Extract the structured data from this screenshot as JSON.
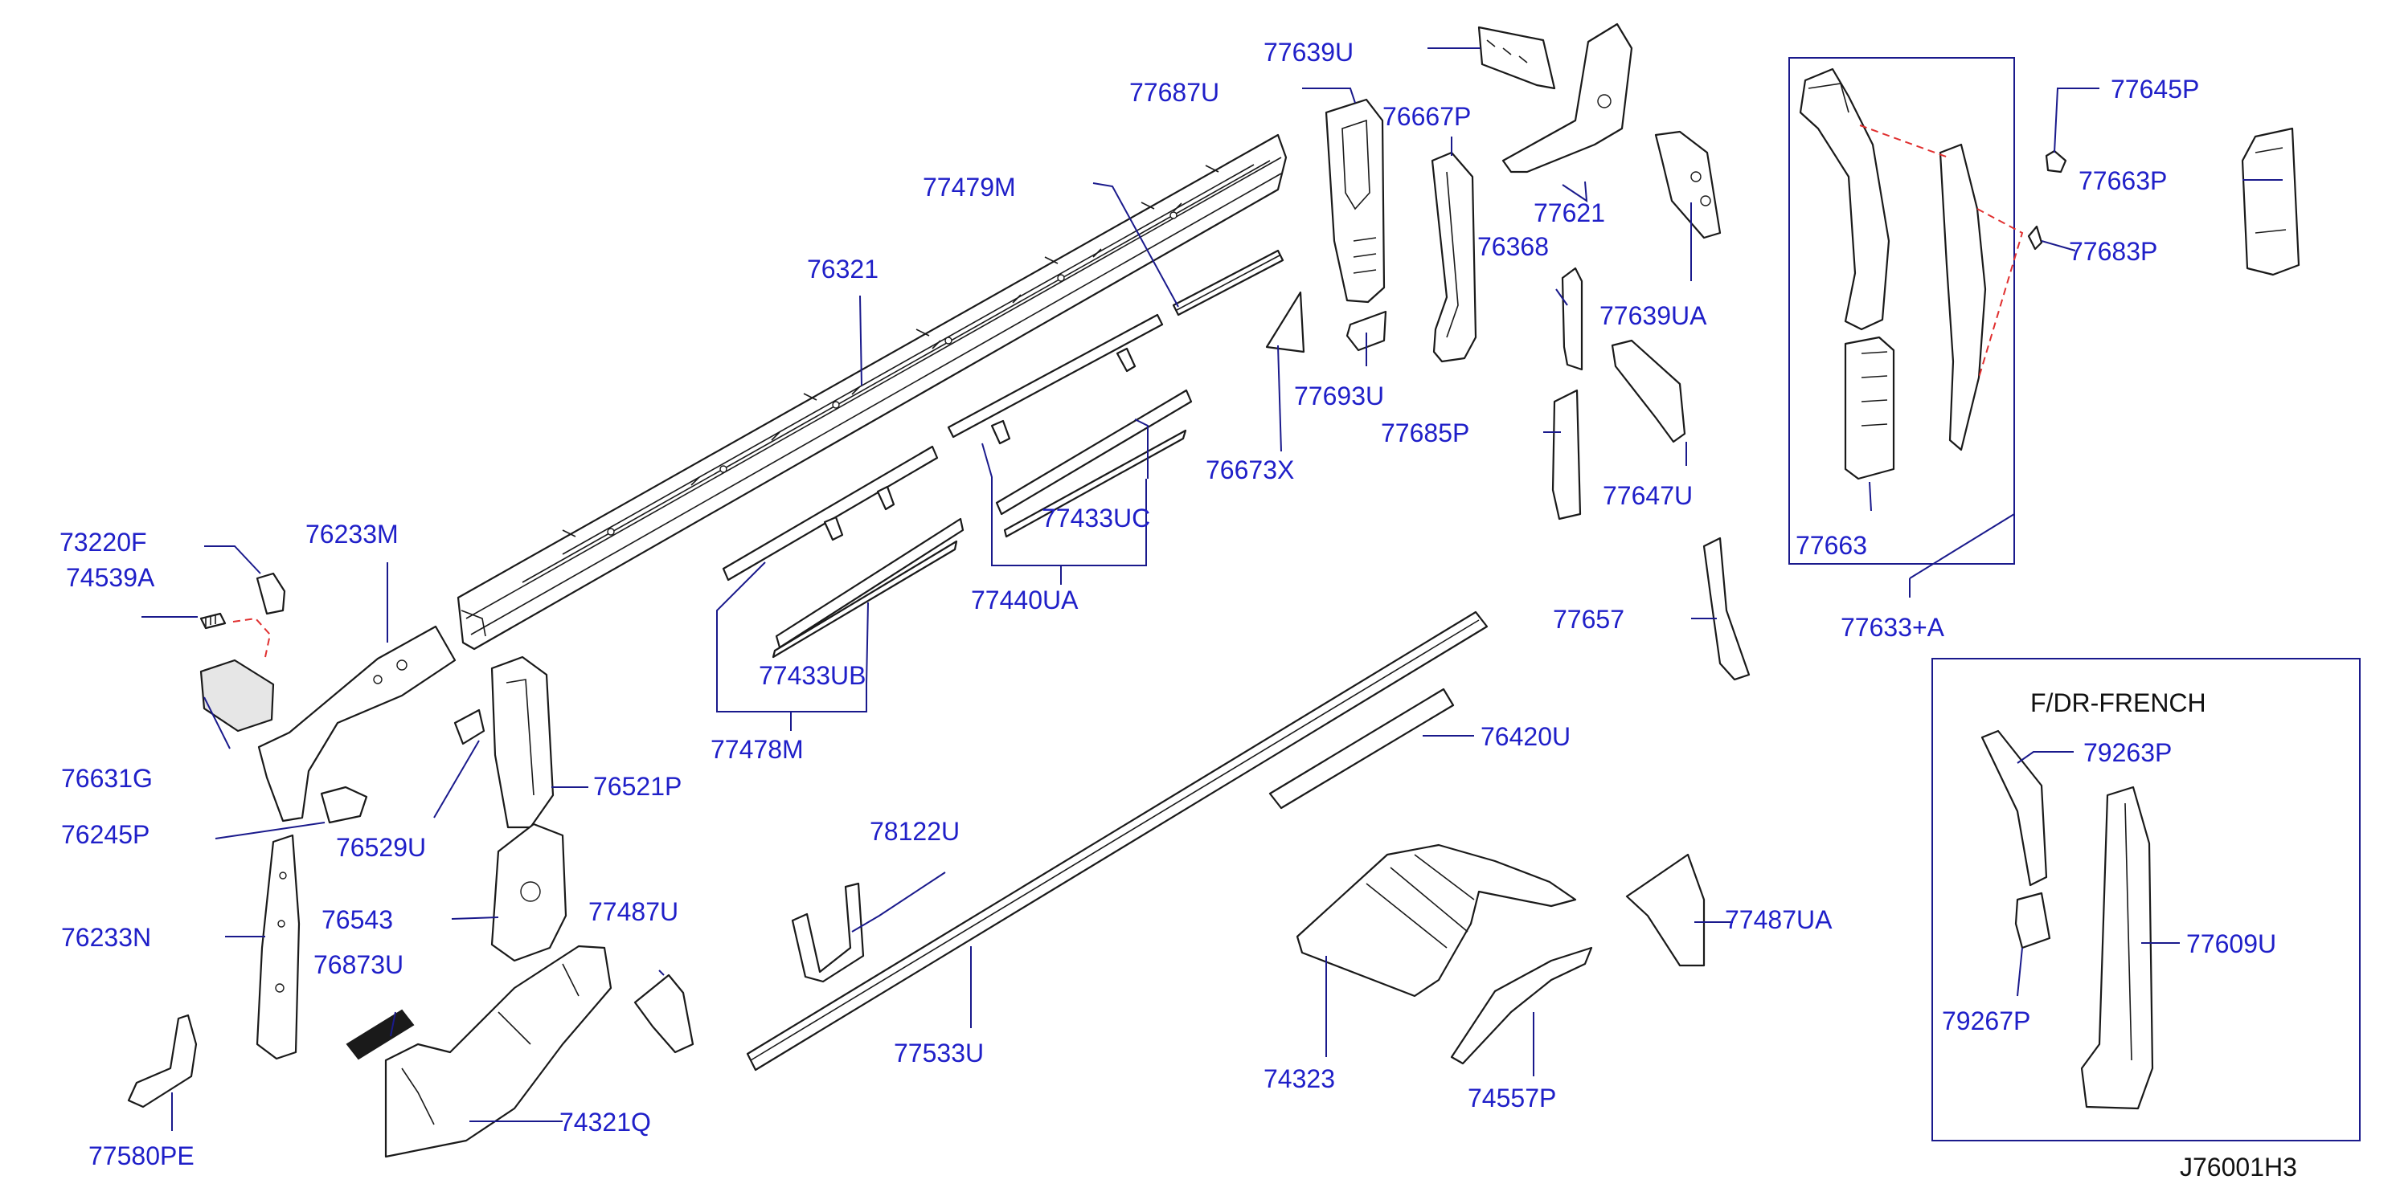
{
  "diagram": {
    "code": "J76001H3",
    "variant_title": "F/DR-FRENCH"
  },
  "labels": {
    "p77639U": "77639U",
    "p77687U": "77687U",
    "p76667P": "76667P",
    "p77479M": "77479M",
    "p77621": "77621",
    "p76321": "76321",
    "p76368": "76368",
    "p77639UA": "77639UA",
    "p77693U": "77693U",
    "p76673X": "76673X",
    "p77685P": "77685P",
    "p77433UC": "77433UC",
    "p77647U": "77647U",
    "p73220F": "73220F",
    "p74539A": "74539A",
    "p76233M": "76233M",
    "p77440UA": "77440UA",
    "p77657": "77657",
    "p77433UB": "77433UB",
    "p76631G": "76631G",
    "p77478M": "77478M",
    "p76420U": "76420U",
    "p76521P": "76521P",
    "p76245P": "76245P",
    "p76529U": "76529U",
    "p78122U": "78122U",
    "p76543": "76543",
    "p76233N": "76233N",
    "p77487U": "77487U",
    "p77487UA": "77487UA",
    "p76873U": "76873U",
    "p77533U": "77533U",
    "p74323": "74323",
    "p74321Q": "74321Q",
    "p74557P": "74557P",
    "p77580PE": "77580PE",
    "p77645P": "77645P",
    "p77663P": "77663P",
    "p77683P": "77683P",
    "p77663": "77663",
    "p77633A": "77633+A",
    "p79263P": "79263P",
    "p79267P": "79267P",
    "p77609U": "77609U"
  }
}
